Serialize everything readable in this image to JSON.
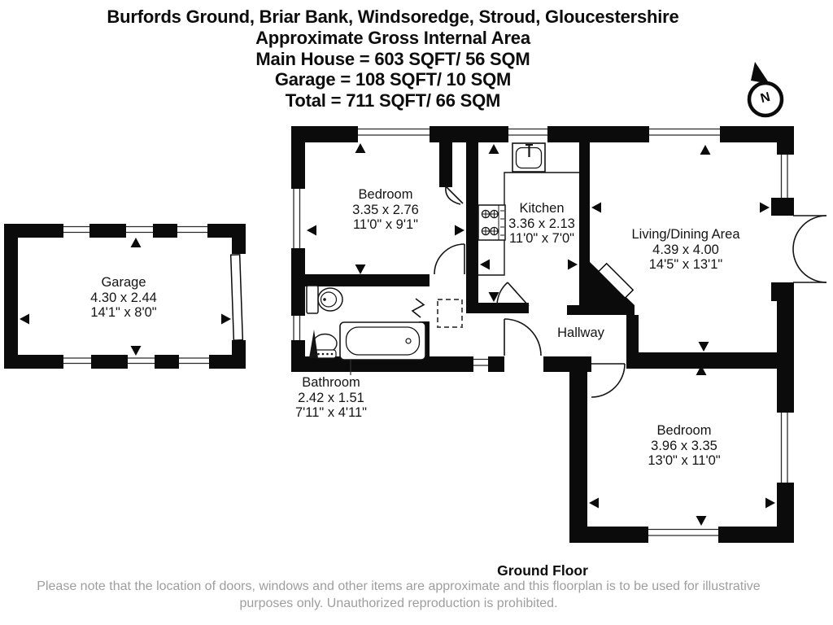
{
  "title": {
    "line1": "Burfords Ground, Briar Bank, Windsoredge, Stroud, Gloucestershire",
    "line2": "Approximate Gross Internal Area",
    "line3": "Main House = 603 SQFT/ 56 SQM",
    "line4": "Garage =  108 SQFT/ 10 SQM",
    "line5": "Total =  711 SQFT/ 66 SQM"
  },
  "compass": {
    "label": "N"
  },
  "rooms": [
    {
      "name": "Garage",
      "dim_m": "4.30 x 2.44",
      "dim_ft": "14'1\" x 8'0\""
    },
    {
      "name": "Bedroom",
      "dim_m": "3.35 x 2.76",
      "dim_ft": "11'0\" x 9'1\""
    },
    {
      "name": "Kitchen",
      "dim_m": "3.36 x 2.13",
      "dim_ft": "11'0\" x 7'0\""
    },
    {
      "name": "Living/Dining Area",
      "dim_m": "4.39 x 4.00",
      "dim_ft": "14'5\" x 13'1\""
    },
    {
      "name": "Hallway"
    },
    {
      "name": "Bathroom",
      "dim_m": "2.42 x 1.51",
      "dim_ft": "7'11\" x 4'11\""
    },
    {
      "name": "Bedroom",
      "dim_m": "3.96 x 3.35",
      "dim_ft": "13'0\" x 11'0\""
    }
  ],
  "footer": {
    "floor_label": "Ground Floor",
    "disclaimer_line1": "Please note that the location of doors, windows and other items are approximate and this floorplan is to be used for illustrative",
    "disclaimer_line2": "purposes only. Unauthorized reproduction is prohibited."
  },
  "colors": {
    "wall": "#0b0b0b",
    "text": "#141414",
    "muted": "#9e9e9e"
  }
}
